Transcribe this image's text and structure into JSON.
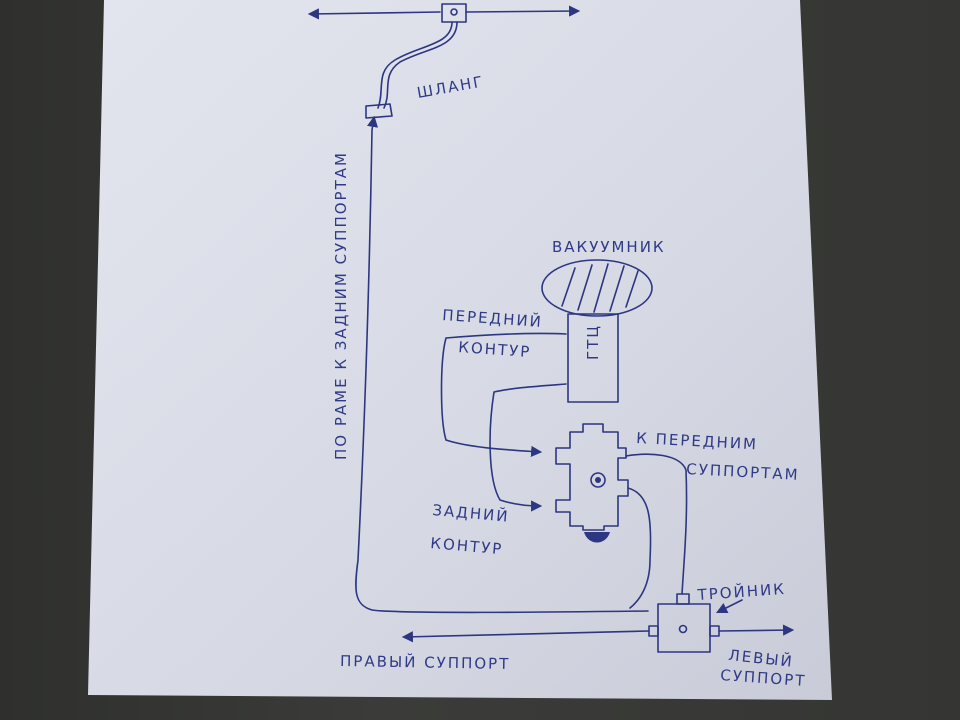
{
  "labels": {
    "hose": "ШЛАНГ",
    "frame_to_rear": "ПО РАМЕ К ЗАДНИМ СУППОРТАМ",
    "booster": "ВАКУУМНИК",
    "master_cylinder": "ГТЦ",
    "front_circuit_1": "ПЕРЕДНИЙ",
    "front_circuit_2": "КОНТУР",
    "to_front_1": "К ПЕРЕДНИМ",
    "to_front_2": "СУППОРТАМ",
    "rear_circuit_1": "ЗАДНИЙ",
    "rear_circuit_2": "КОНТУР",
    "tee": "ТРОЙНИК",
    "right_caliper": "ПРАВЫЙ СУППОРТ",
    "left_caliper_1": "ЛЕВЫЙ",
    "left_caliper_2": "СУППОРТ"
  },
  "colors": {
    "ink": "#2d3680",
    "paper": "#d9dce6",
    "background": "#353633"
  }
}
